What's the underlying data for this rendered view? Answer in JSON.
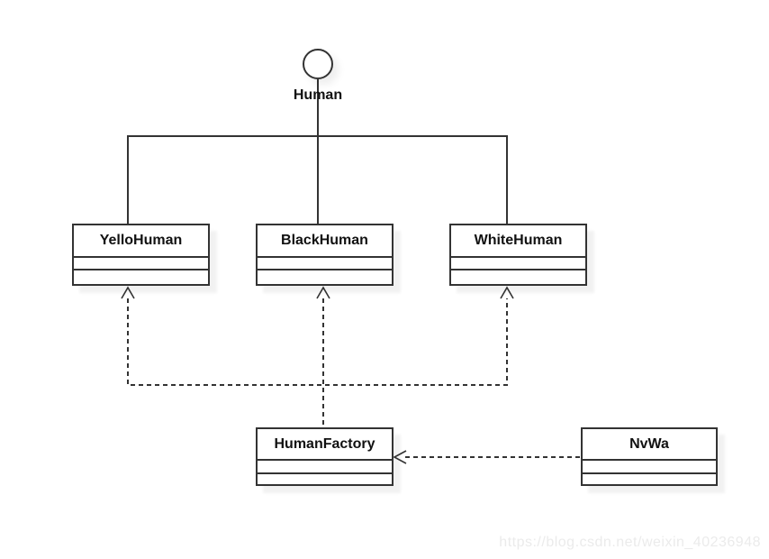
{
  "diagram": {
    "interface_node": {
      "label": "Human"
    },
    "classes": {
      "yello": {
        "name": "YelloHuman"
      },
      "black": {
        "name": "BlackHuman"
      },
      "white": {
        "name": "WhiteHuman"
      },
      "factory": {
        "name": "HumanFactory"
      },
      "nvwa": {
        "name": "NvWa"
      }
    },
    "relationships": [
      {
        "type": "realization",
        "from": "YelloHuman",
        "to": "Human",
        "style": "solid-line"
      },
      {
        "type": "realization",
        "from": "BlackHuman",
        "to": "Human",
        "style": "solid-line"
      },
      {
        "type": "realization",
        "from": "WhiteHuman",
        "to": "Human",
        "style": "solid-line"
      },
      {
        "type": "dependency",
        "from": "HumanFactory",
        "to": "YelloHuman",
        "style": "dashed-open-arrow"
      },
      {
        "type": "dependency",
        "from": "HumanFactory",
        "to": "BlackHuman",
        "style": "dashed-open-arrow"
      },
      {
        "type": "dependency",
        "from": "HumanFactory",
        "to": "WhiteHuman",
        "style": "dashed-open-arrow"
      },
      {
        "type": "dependency",
        "from": "NvWa",
        "to": "HumanFactory",
        "style": "dashed-open-arrow"
      }
    ]
  },
  "watermark": {
    "text": "https://blog.csdn.net/weixin_40236948"
  },
  "colors": {
    "line": "#333333",
    "box_fill": "#ffffff",
    "text": "#111111",
    "shadow": "rgba(0,0,0,0.06)",
    "watermark": "#ebebeb",
    "background": "#ffffff"
  }
}
